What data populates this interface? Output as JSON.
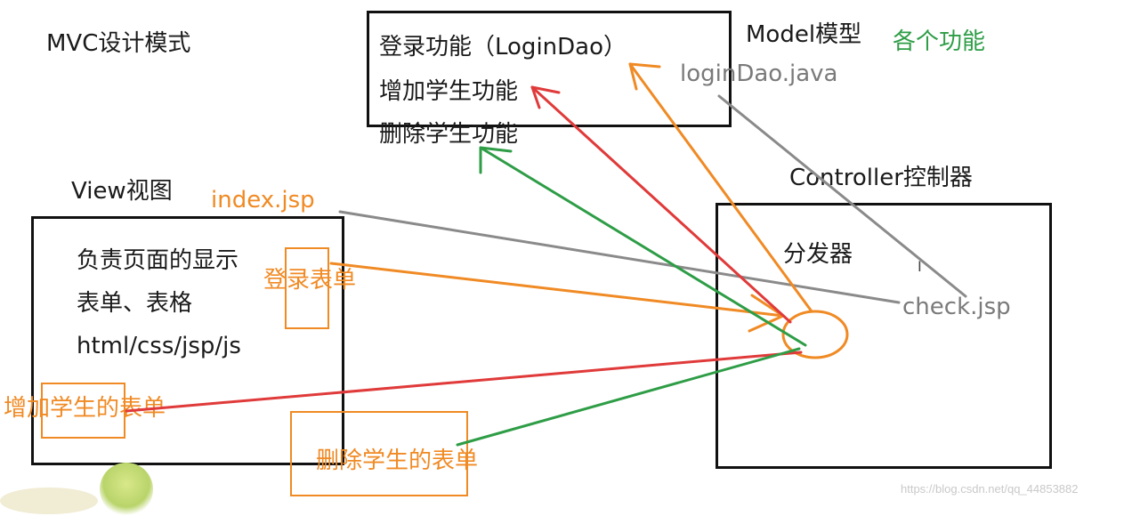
{
  "title": "MVC设计模式",
  "model": {
    "label": "Model模型",
    "annotation": "各个功能",
    "file": "loginDao.java",
    "items": [
      "登录功能（LoginDao）",
      "增加学生功能",
      "删除学生功能"
    ]
  },
  "view": {
    "label": "View视图",
    "file": "index.jsp",
    "lines": [
      "负责页面的显示",
      "表单、表格",
      "html/css/jsp/js"
    ],
    "forms": {
      "login": "登录表单",
      "add": "增加学生的表单",
      "delete": "删除学生的表单"
    }
  },
  "controller": {
    "label": "Controller控制器",
    "dispatcher": "分发器",
    "file": "check.jsp"
  },
  "watermark": "https://blog.csdn.net/qq_44853882",
  "colors": {
    "box": "#111111",
    "orange": "#f08a24",
    "red": "#e03a3a",
    "green": "#2e9d46",
    "gray": "#8a8a8a"
  }
}
